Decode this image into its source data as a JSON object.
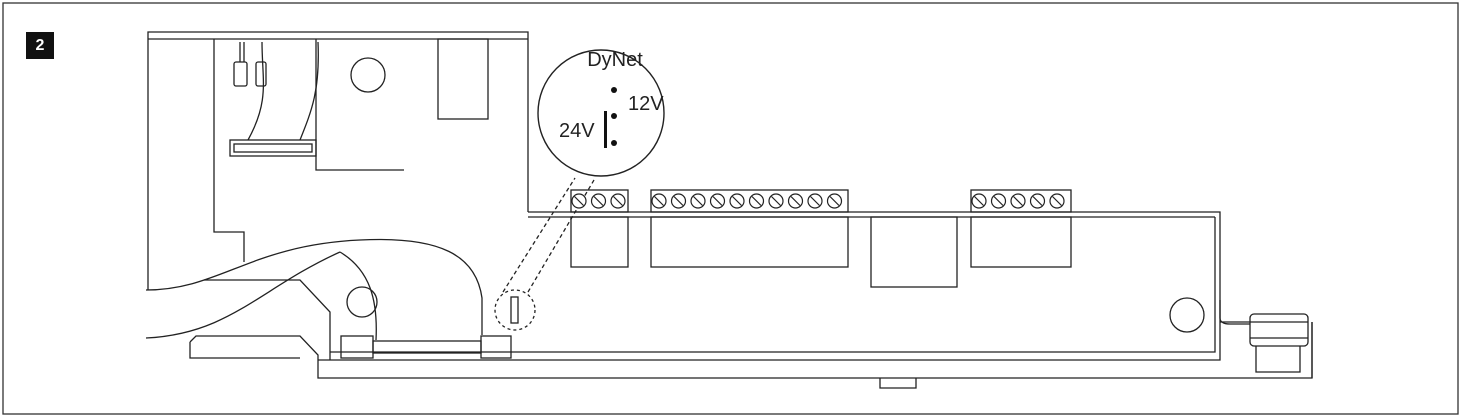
{
  "figure": {
    "step_number": "2",
    "callout": {
      "title": "DyNet",
      "option_12v": "12V",
      "option_24v": "24V"
    },
    "terminal_blocks": [
      {
        "name": "terminal-block-left",
        "screws": 3
      },
      {
        "name": "terminal-block-middle",
        "screws": 10
      },
      {
        "name": "terminal-block-right",
        "screws": 5
      }
    ]
  }
}
